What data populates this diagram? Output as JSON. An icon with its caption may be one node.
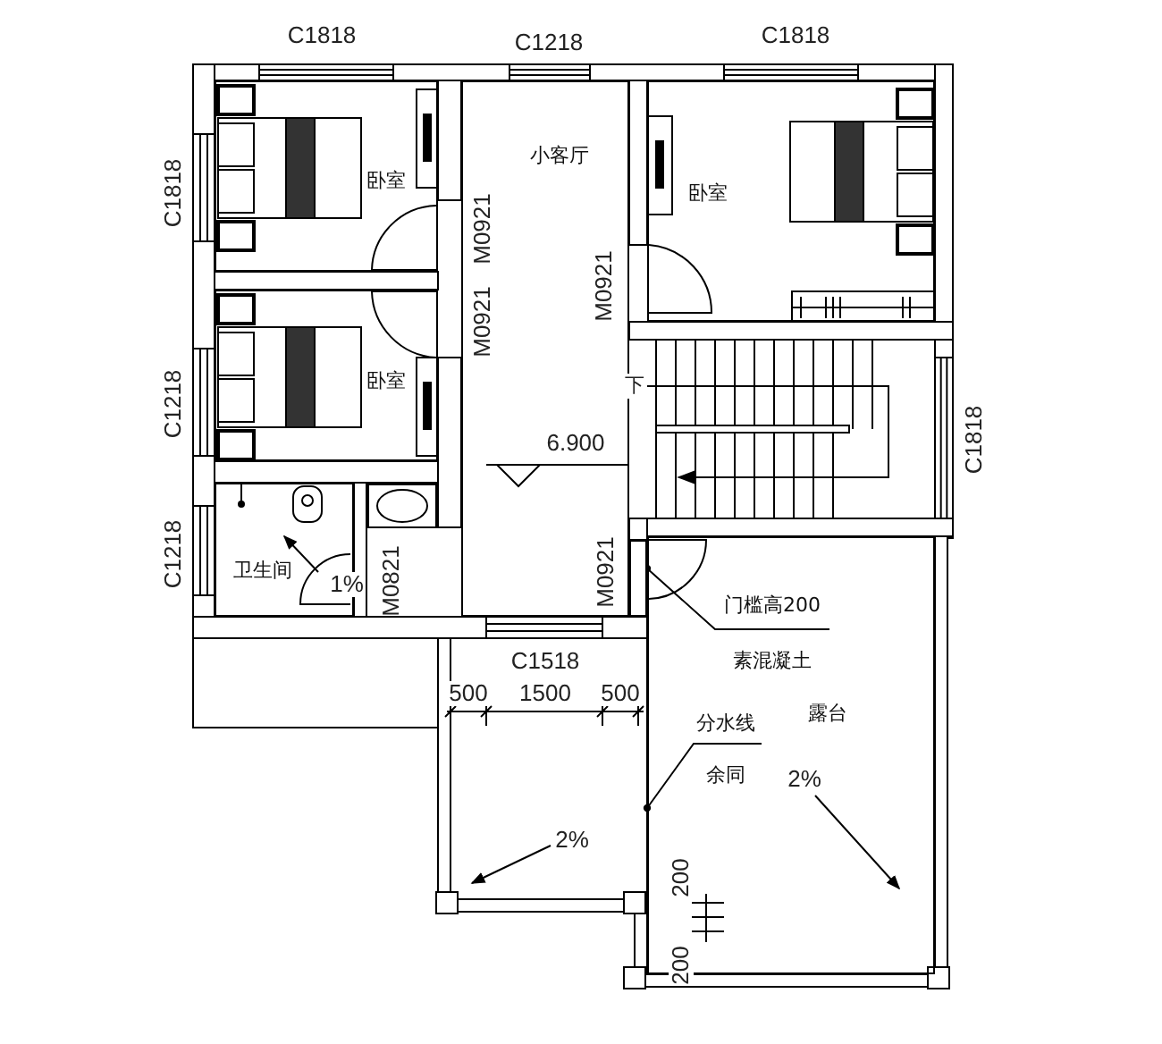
{
  "diagram": {
    "nodes": [
      {
        "text": [
          "卧室"
        ]
      },
      {
        "text": [
          "卧室"
        ]
      },
      {
        "text": [
          "小客厅"
        ]
      },
      {
        "text": [
          "卧室"
        ]
      },
      {
        "text": [
          "卫生间"
        ]
      },
      {
        "text": [
          "露台"
        ]
      },
      {
        "text": [
          "门槛高200",
          "素混凝土"
        ],
        "in": 5
      },
      {
        "text": [
          "分水线",
          "余同"
        ],
        "in": 5
      },
      {
        "text": [],
        "shape": "bar"
      }
    ],
    "edges": [
      {
        "from": 6,
        "to": 8,
        "arrow": "other"
      },
      {
        "from": 7,
        "to": null,
        "arrow": "other"
      }
    ],
    "labels": [
      "C1818",
      "C1218",
      "C1818",
      "C1818",
      "M0921",
      "M0921",
      "M0921",
      "下",
      "C1218",
      "6.900",
      "C1818",
      "C1218",
      "1%",
      "M0821",
      "M0921",
      "C1518",
      "500",
      "1500",
      "500",
      "2%",
      "2%",
      "200",
      "200"
    ]
  }
}
